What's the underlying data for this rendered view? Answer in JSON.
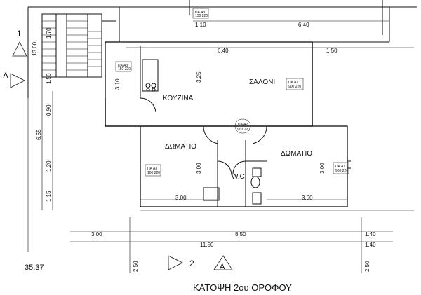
{
  "plan": {
    "title": "ΚΑΤΟΨΗ 2ου ΟΡΟΦΟΥ",
    "elevation": "35.37",
    "rooms": {
      "saloni": "ΣΑΛΟΝΙ",
      "kouzina": "ΚΟΥΖΙΝΑ",
      "domatio_left": "ΔΩΜΑΤΙΟ",
      "domatio_right": "ΔΩΜΑΤΙΟ",
      "wc": "W.C."
    },
    "section_marks": {
      "top_left_num": "1",
      "left_letter": "Δ",
      "bottom_num": "2",
      "bottom_letter": "A"
    },
    "openings": {
      "pa1_code": "ΠΑ A1",
      "pa1_dims": "900 220",
      "pa1b_code": "ΠΑ A1",
      "pa1b_dims": "900 220",
      "pa2_code": "ΠΑ A2",
      "pa2_dims": "900 220",
      "pa3_code": "ΠΑ A3",
      "pa3_dims": "150 220",
      "pa3b_code": "ΠΑ A3",
      "pa3b_dims": "100 220",
      "pa3c_code": "ΠΑ A3",
      "pa3c_dims": "150 220"
    },
    "dimensions": {
      "d_110": "1.10",
      "d_640_top": "6.40",
      "d_640_inner": "6.40",
      "d_150_right": "1.50",
      "d_1360": "13.60",
      "d_170": "1.70",
      "d_150_left": "1.50",
      "d_090": "0.90",
      "d_665": "6.65",
      "d_120": "1.20",
      "d_115": "1.15",
      "d_310": "3.10",
      "d_325": "3.25",
      "d_300_left_room": "3.00",
      "d_300_right_room": "3.00",
      "d_300_bottom_left": "3.00",
      "d_300_bottom_right": "3.00",
      "d_300_overall_left": "3.00",
      "d_850": "8.50",
      "d_140_a": "1.40",
      "d_1150": "11.50",
      "d_140_b": "1.40",
      "d_250_a": "2.50",
      "d_250_b": "2.50"
    }
  }
}
